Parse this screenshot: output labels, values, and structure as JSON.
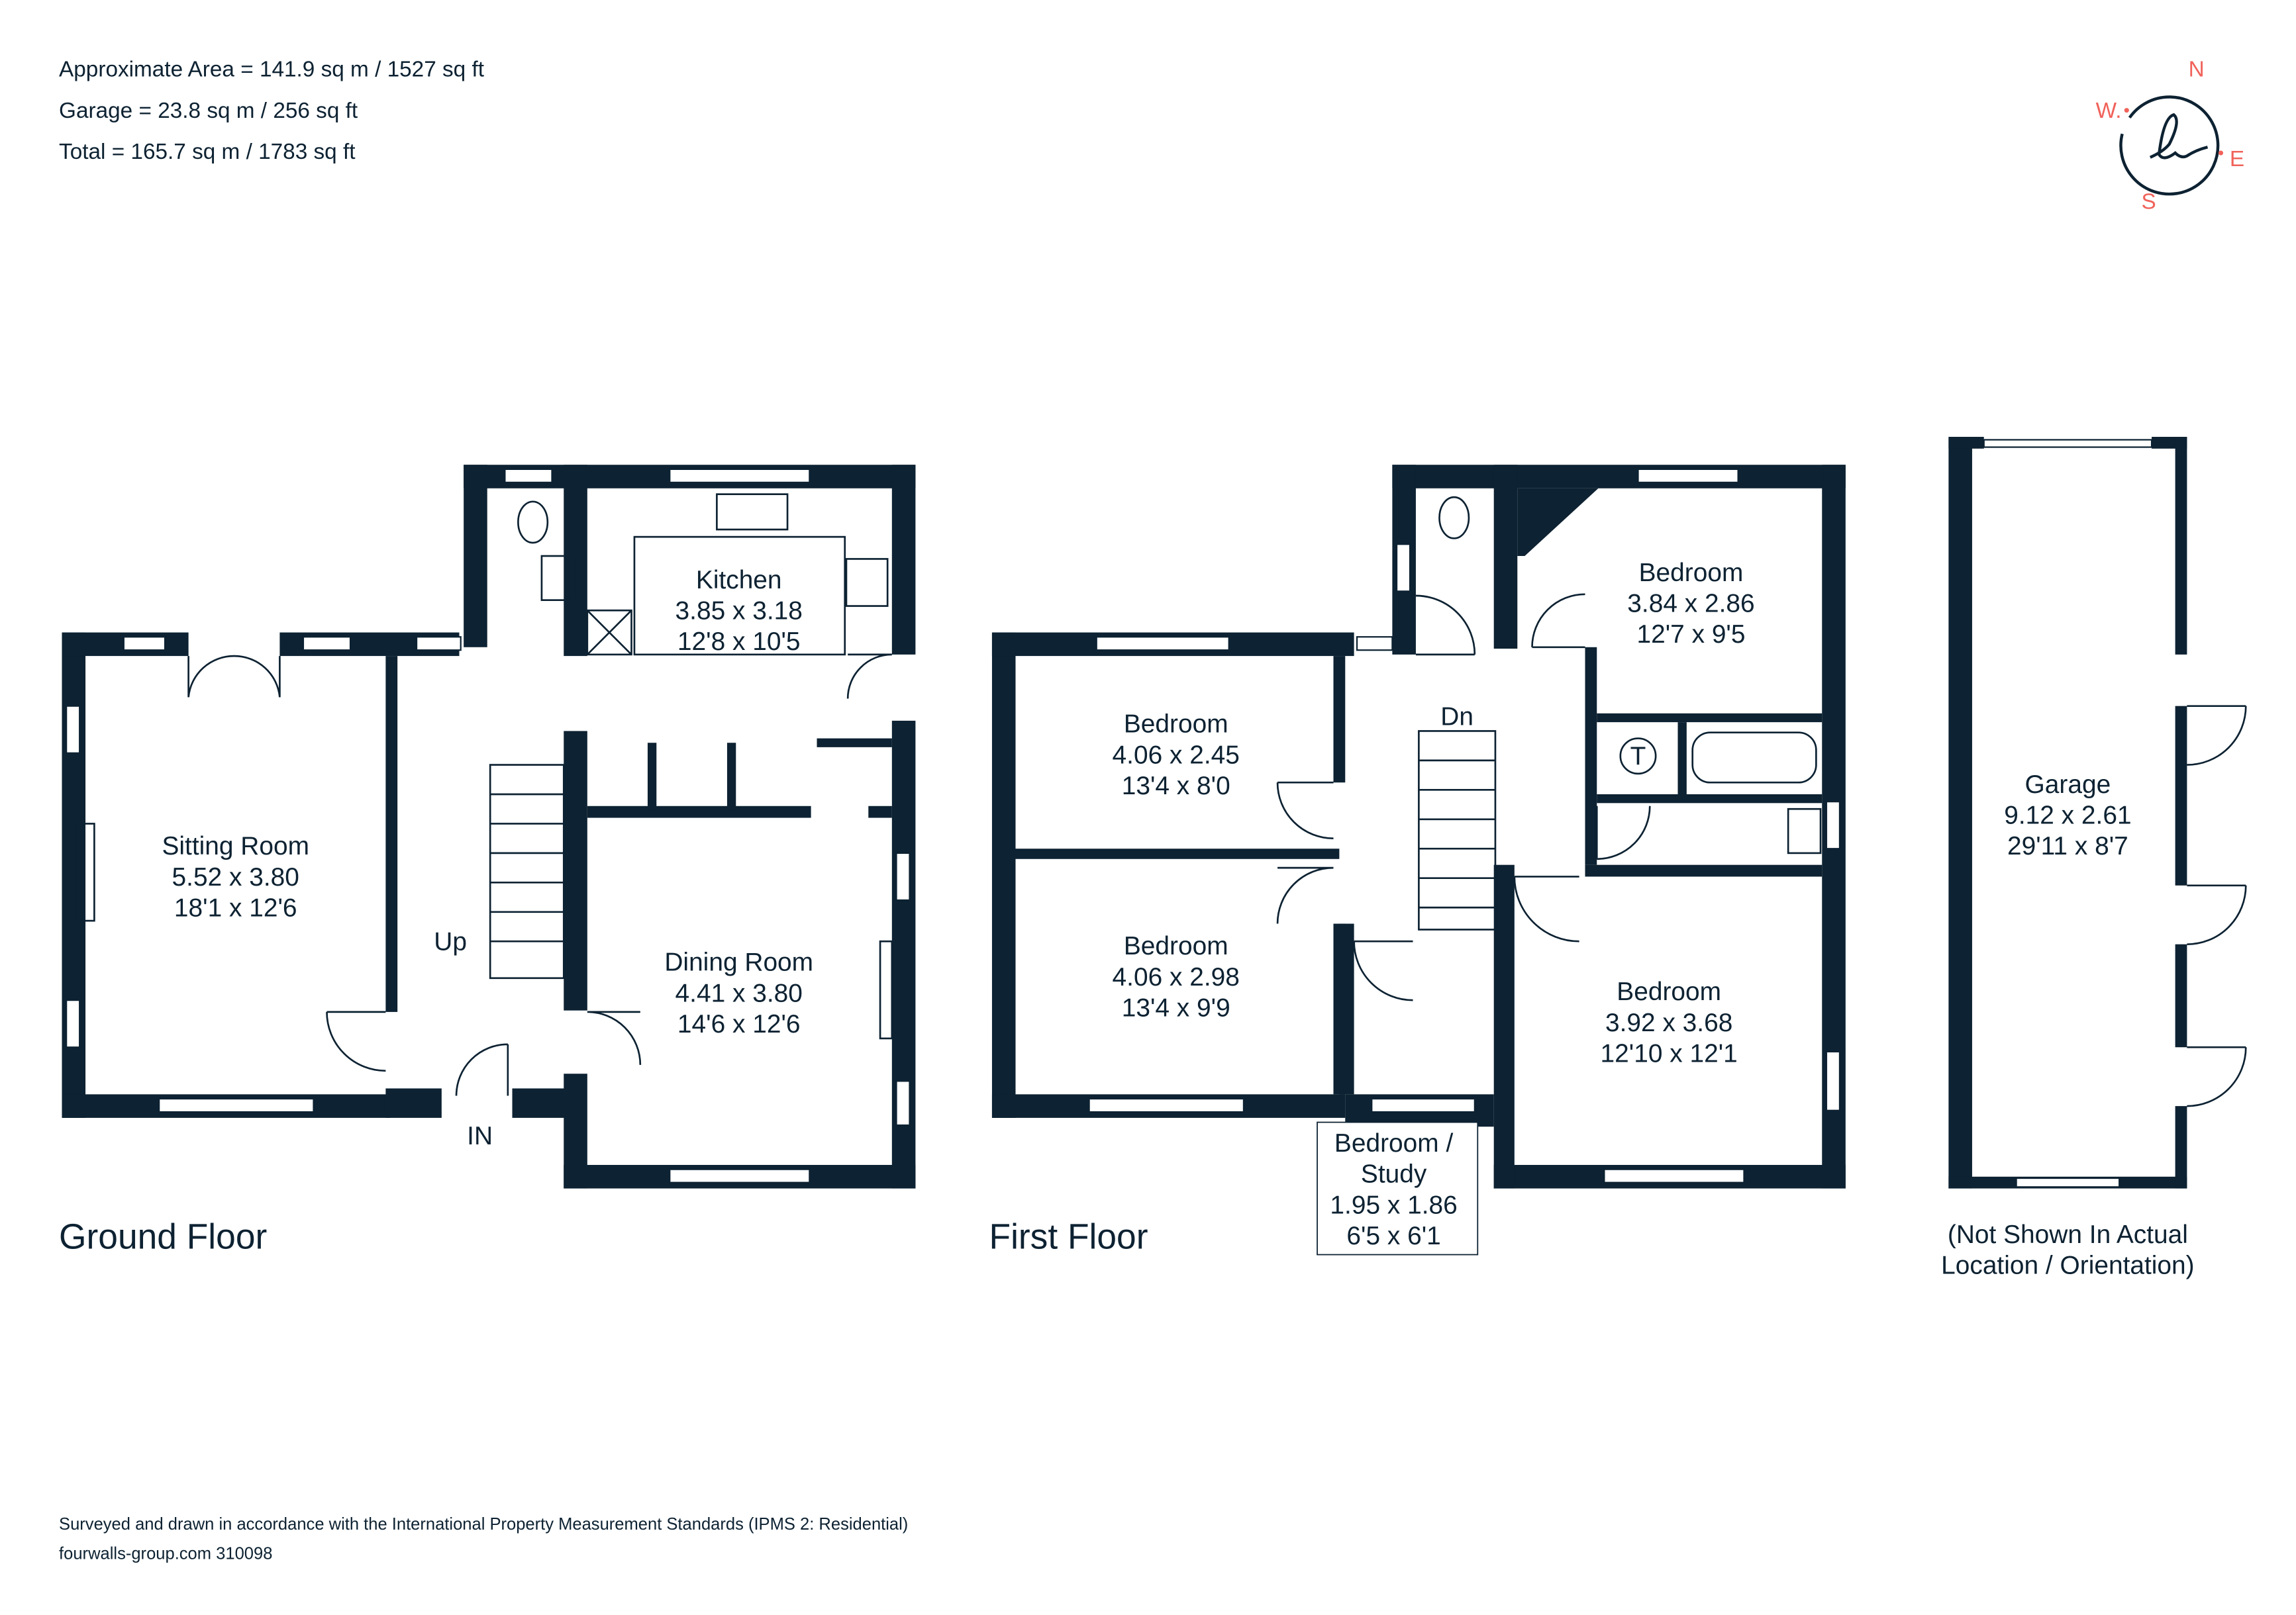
{
  "header": {
    "area_lines": [
      "Approximate Area = 141.9 sq m / 1527 sq ft",
      "Garage = 23.8 sq m / 256 sq ft",
      "Total = 165.7 sq m / 1783 sq ft"
    ]
  },
  "compass": {
    "n": "N",
    "e": "E",
    "s": "S",
    "w": "W.",
    "logo_letter": "h",
    "accent_color": "#f0625a",
    "ink_color": "#0d2232"
  },
  "ground_floor": {
    "title": "Ground Floor",
    "rooms": [
      {
        "name": "Sitting Room",
        "metric": "5.52 x 3.80",
        "imperial": "18'1 x 12'6"
      },
      {
        "name": "Kitchen",
        "metric": "3.85 x 3.18",
        "imperial": "12'8 x 10'5"
      },
      {
        "name": "Dining Room",
        "metric": "4.41 x 3.80",
        "imperial": "14'6 x 12'6"
      }
    ],
    "labels": {
      "up": "Up",
      "entrance": "IN"
    }
  },
  "first_floor": {
    "title": "First Floor",
    "rooms": [
      {
        "name": "Bedroom",
        "metric": "4.06 x 2.45",
        "imperial": "13'4 x 8'0"
      },
      {
        "name": "Bedroom",
        "metric": "4.06 x 2.98",
        "imperial": "13'4 x 9'9"
      },
      {
        "name": "Bedroom",
        "metric": "3.84 x 2.86",
        "imperial": "12'7 x 9'5"
      },
      {
        "name": "Bedroom",
        "metric": "3.92 x 3.68",
        "imperial": "12'10 x 12'1"
      },
      {
        "name_line1": "Bedroom /",
        "name_line2": "Study",
        "metric": "1.95 x 1.86",
        "imperial": "6'5 x 6'1"
      }
    ],
    "labels": {
      "down": "Dn",
      "tank": "T"
    }
  },
  "garage": {
    "name": "Garage",
    "metric": "9.12 x 2.61",
    "imperial": "29'11 x 8'7",
    "note_line1": "(Not Shown In Actual",
    "note_line2": "Location / Orientation)"
  },
  "footer": {
    "standards": "Surveyed and drawn in accordance with the International Property Measurement Standards (IPMS 2: Residential)",
    "reference": "fourwalls-group.com 310098"
  }
}
